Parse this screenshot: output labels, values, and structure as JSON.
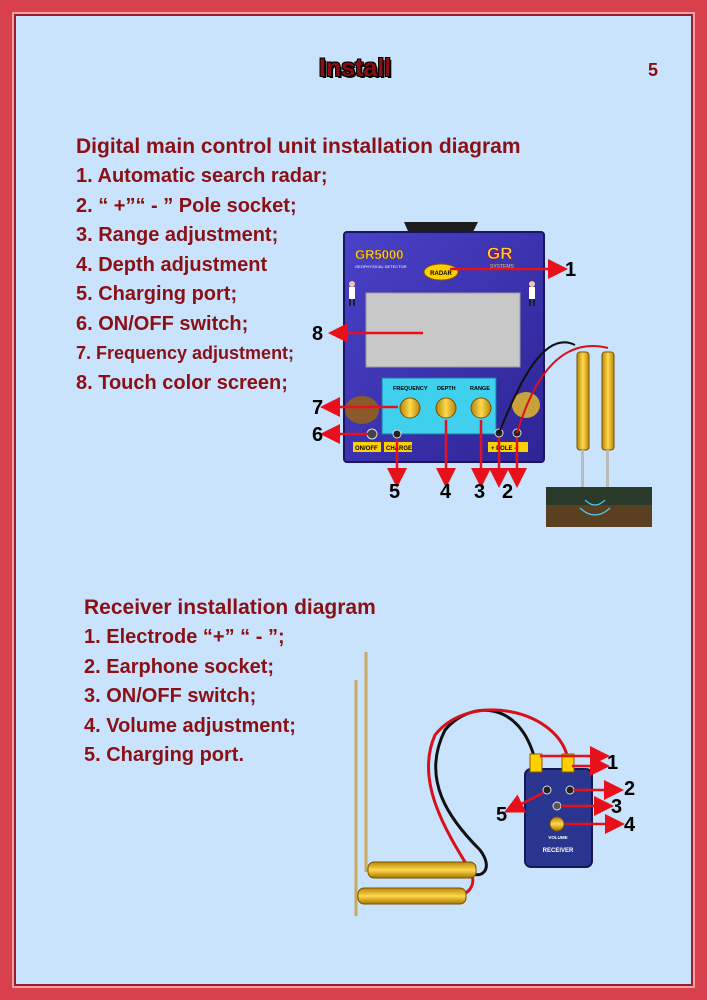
{
  "header": {
    "title": "Install",
    "page_number": "5"
  },
  "main_unit": {
    "heading": "Digital main control unit installation diagram",
    "items": [
      "1. Automatic search radar;",
      "2. “ +”“ - ” Pole socket;",
      "3. Range adjustment;",
      "4. Depth adjustment",
      "5. Charging port;",
      "6. ON/OFF switch;",
      "7. Frequency adjustment;",
      "8. Touch color screen;"
    ],
    "device": {
      "model": "GR5000",
      "subtitle": "GEOPHYSICAL DETECTOR",
      "brand": "GR",
      "brand_sub": "SYSTEMS",
      "radar_label": "RADAR",
      "knob_labels": [
        "FREQUENCY",
        "DEPTH",
        "RANGE"
      ],
      "onoff_label": "ON/OFF",
      "charge_label": "CHARGE",
      "pole_label": "+ POLE -"
    },
    "callouts": [
      "1",
      "2",
      "3",
      "4",
      "5",
      "6",
      "7",
      "8"
    ]
  },
  "receiver": {
    "heading": "Receiver installation diagram",
    "items": [
      "1. Electrode “+” “ - ”;",
      "2. Earphone socket;",
      "3. ON/OFF switch;",
      "4. Volume adjustment;",
      "5. Charging port."
    ],
    "device": {
      "volume_label": "VOLUME",
      "name": "RECEIVER"
    },
    "callouts": [
      "1",
      "2",
      "3",
      "4",
      "5"
    ]
  },
  "colors": {
    "text": "#8b1015",
    "frame": "#d8414c",
    "background": "#c8e3fb",
    "arrow": "#e8101a"
  }
}
